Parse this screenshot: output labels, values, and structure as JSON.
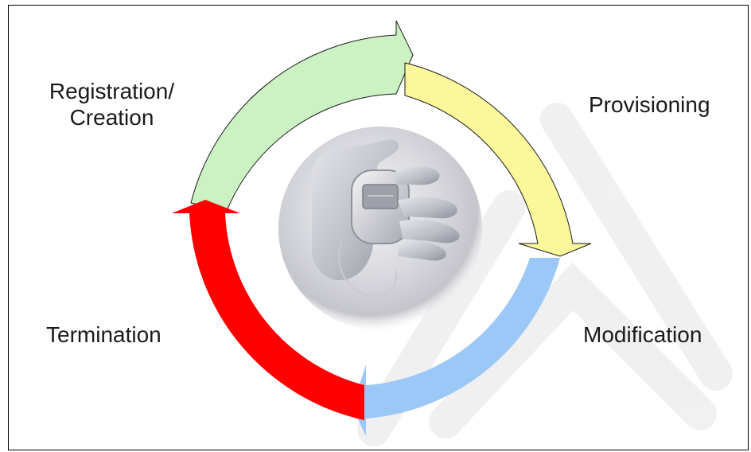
{
  "labels": {
    "registration_line1": "Registration/",
    "registration_line2": "Creation",
    "provisioning": "Provisioning",
    "modification": "Modification",
    "termination": "Termination"
  },
  "colors": {
    "registration": "#ccf2c4",
    "provisioning": "#fcf79a",
    "modification": "#9cc8f7",
    "termination": "#ff0000",
    "watermark": "#eeeeee"
  },
  "center_image": {
    "icon": "hand-holding-stopwatch-image"
  }
}
